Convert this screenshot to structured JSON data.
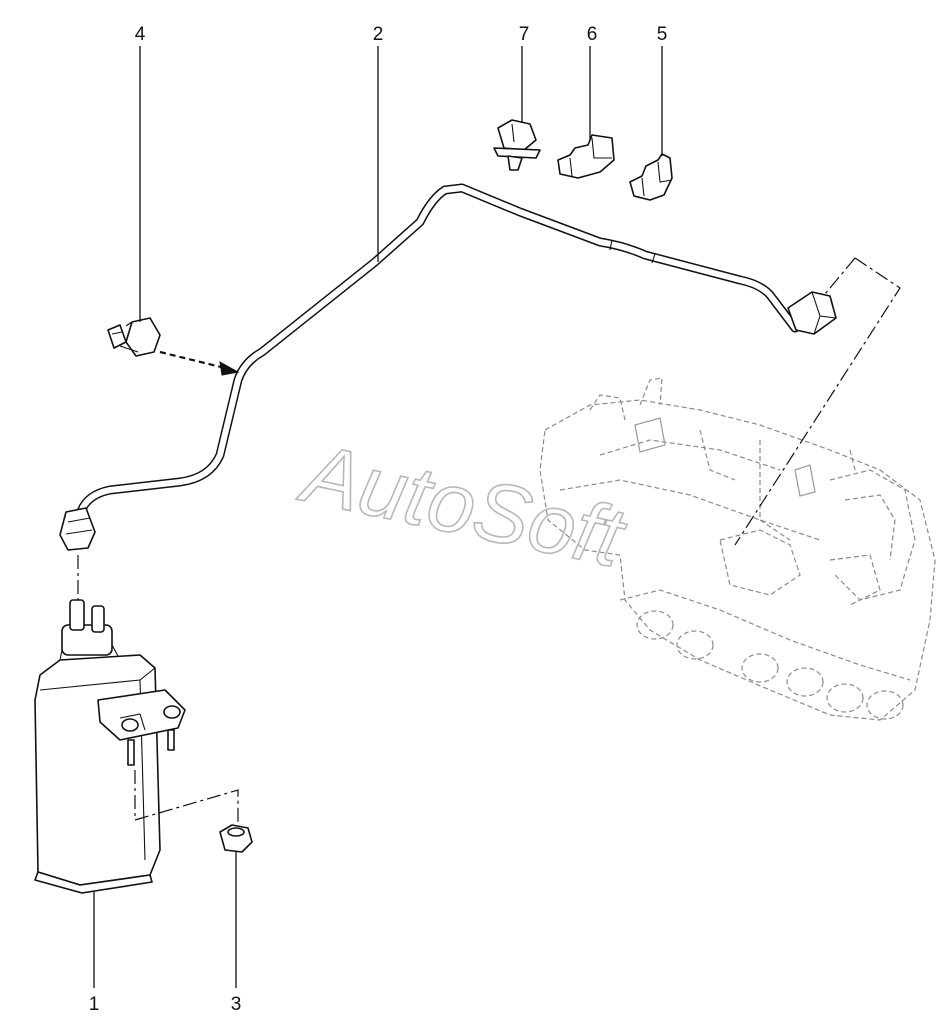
{
  "callouts": {
    "c1": "1",
    "c2": "2",
    "c3": "3",
    "c4": "4",
    "c5": "5",
    "c6": "6",
    "c7": "7"
  },
  "watermark": "AutoSoft",
  "colors": {
    "line": "#111111",
    "ghost": "#8a8a8a",
    "watermark": "#b8b8b8",
    "background": "#ffffff"
  }
}
